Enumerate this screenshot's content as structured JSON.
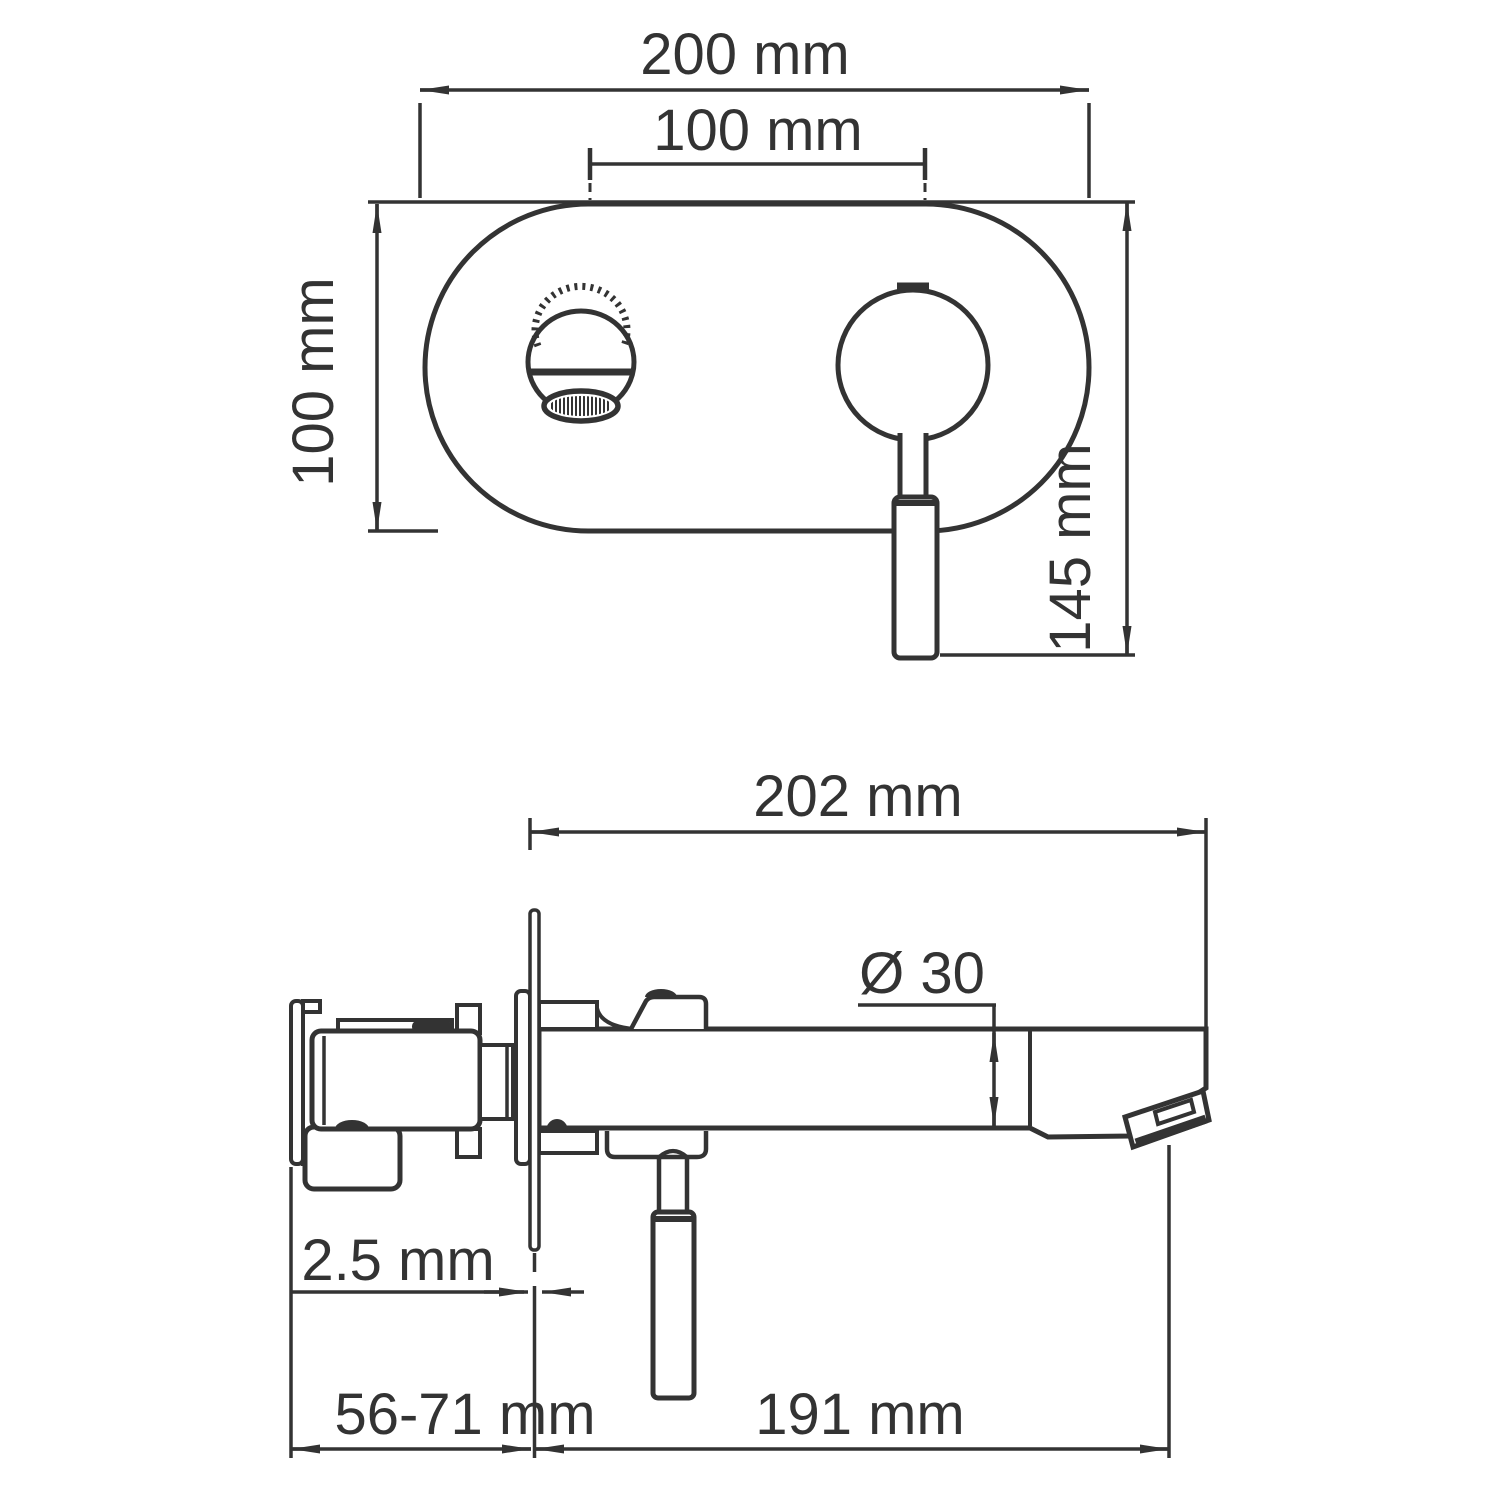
{
  "drawing": {
    "title_hint": "wall-mounted basin mixer installation dimensions",
    "background_color": "#ffffff",
    "line_color": "#333333",
    "front_view": {
      "dims": {
        "plate_width": "200 mm",
        "hole_spacing": "100 mm",
        "plate_height": "100 mm",
        "handle_length": "145 mm"
      }
    },
    "side_view": {
      "dims": {
        "total_depth": "202 mm",
        "spout_diameter": "Ø 30",
        "plate_thickness": "2.5 mm",
        "install_depth": "56-71 mm",
        "spout_reach": "191 mm"
      }
    }
  }
}
